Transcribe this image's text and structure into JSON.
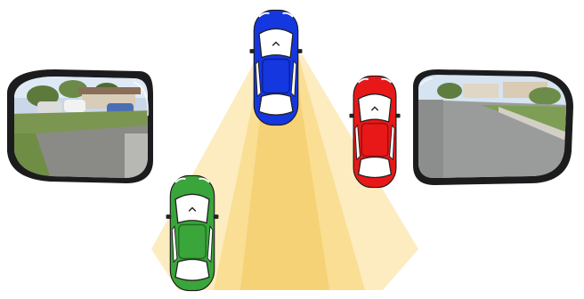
{
  "scene": {
    "background": "#ffffff",
    "view_cone": {
      "outer_color": "#fbe9b4",
      "mid_color": "#f8dc8c",
      "inner_color": "#f4c95d"
    },
    "mirrors": [
      {
        "name": "left-side-mirror",
        "side": "left",
        "frame_color": "#1c1c1e"
      },
      {
        "name": "right-side-mirror",
        "side": "right",
        "frame_color": "#1c1c1e"
      }
    ],
    "cars": [
      {
        "name": "blue-car",
        "role": "own-vehicle",
        "color": "#1537e0",
        "dark": "#0b1f9a"
      },
      {
        "name": "red-car",
        "role": "adjacent-lane-vehicle",
        "color": "#e81818",
        "dark": "#9c0c0c"
      },
      {
        "name": "green-car",
        "role": "blind-spot-vehicle",
        "color": "#3aa53a",
        "dark": "#1f6e1f"
      }
    ]
  }
}
